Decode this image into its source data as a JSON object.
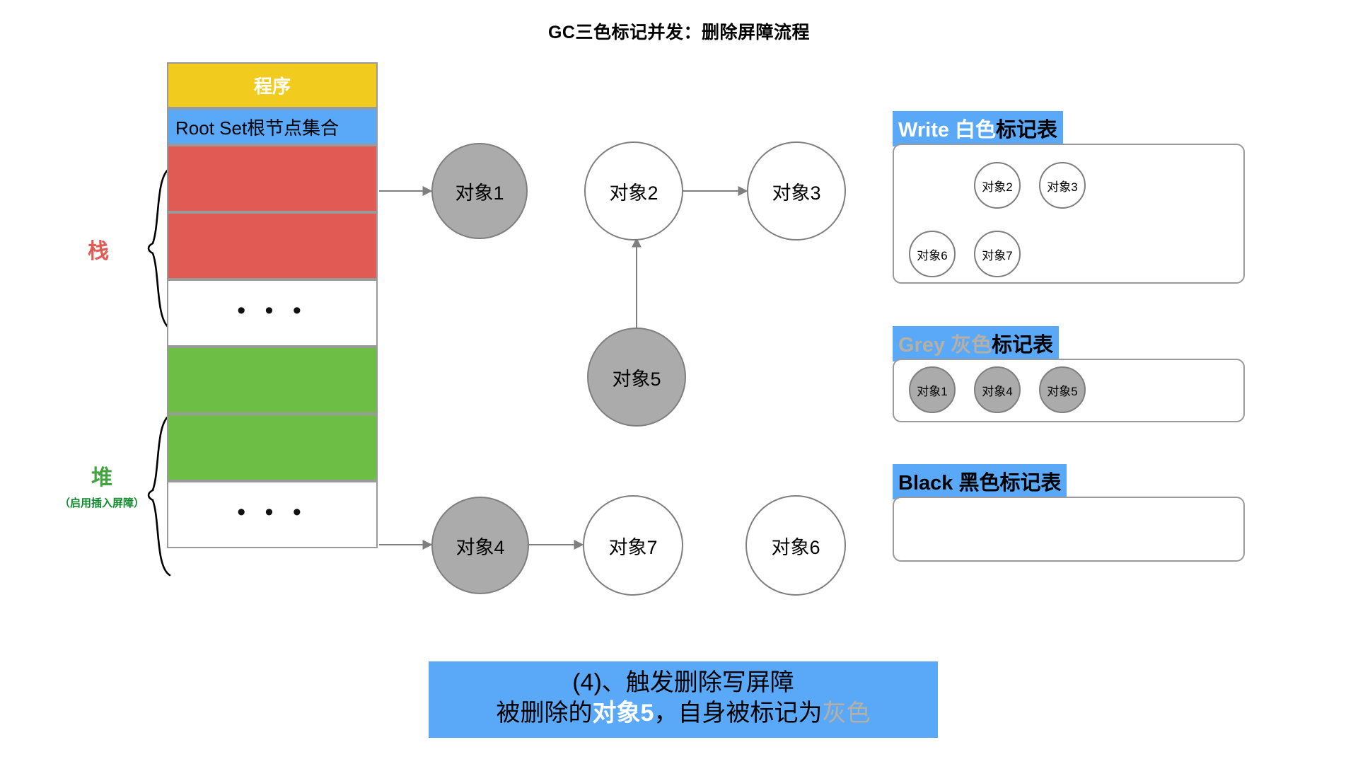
{
  "title": "GC三色标记并发：删除屏障流程",
  "memory": {
    "program_label": "程序",
    "rootset_label": "Root Set根节点集合",
    "slots": [
      {
        "name": "stack-slot-1",
        "fill": "red",
        "text": ""
      },
      {
        "name": "stack-slot-2",
        "fill": "red",
        "text": ""
      },
      {
        "name": "stack-slot-ellipsis",
        "fill": "white",
        "text": "• • •"
      },
      {
        "name": "heap-slot-1",
        "fill": "green",
        "text": ""
      },
      {
        "name": "heap-slot-2",
        "fill": "green",
        "text": ""
      },
      {
        "name": "heap-slot-ellipsis",
        "fill": "white",
        "text": "• • •"
      }
    ],
    "stack_label": "栈",
    "heap_label": "堆",
    "heap_sublabel": "（启用插入屏障）"
  },
  "graph": {
    "nodes": [
      {
        "id": "obj1",
        "label": "对象1",
        "fill": "grey"
      },
      {
        "id": "obj2",
        "label": "对象2",
        "fill": "white"
      },
      {
        "id": "obj3",
        "label": "对象3",
        "fill": "white"
      },
      {
        "id": "obj5",
        "label": "对象5",
        "fill": "grey"
      },
      {
        "id": "obj4",
        "label": "对象4",
        "fill": "grey"
      },
      {
        "id": "obj7",
        "label": "对象7",
        "fill": "white"
      },
      {
        "id": "obj6",
        "label": "对象6",
        "fill": "white"
      }
    ]
  },
  "tables": {
    "white": {
      "header_en": "Write",
      "header_color_word": " 白色",
      "header_suffix": "标记表",
      "items": [
        "对象2",
        "对象3",
        "对象6",
        "对象7"
      ]
    },
    "grey": {
      "header_en": "Grey",
      "header_color_word": " 灰色",
      "header_suffix": "标记表",
      "items": [
        "对象1",
        "对象4",
        "对象5"
      ]
    },
    "black": {
      "header_en": "Black",
      "header_color_word": " 黑色",
      "header_suffix": "标记表",
      "items": []
    }
  },
  "caption": {
    "line1": "(4)、触发删除写屏障",
    "line2_a": "被删除的",
    "line2_obj": "对象5",
    "line2_b": "，自身被标记为",
    "line2_grey": "灰色"
  },
  "colors": {
    "accent_blue": "#5AA9F8",
    "program_yellow": "#F2CB1F",
    "stack_red": "#E25A54",
    "heap_green": "#6CBE45",
    "node_grey": "#ABABAB",
    "stroke_grey": "#7f7f7f"
  }
}
